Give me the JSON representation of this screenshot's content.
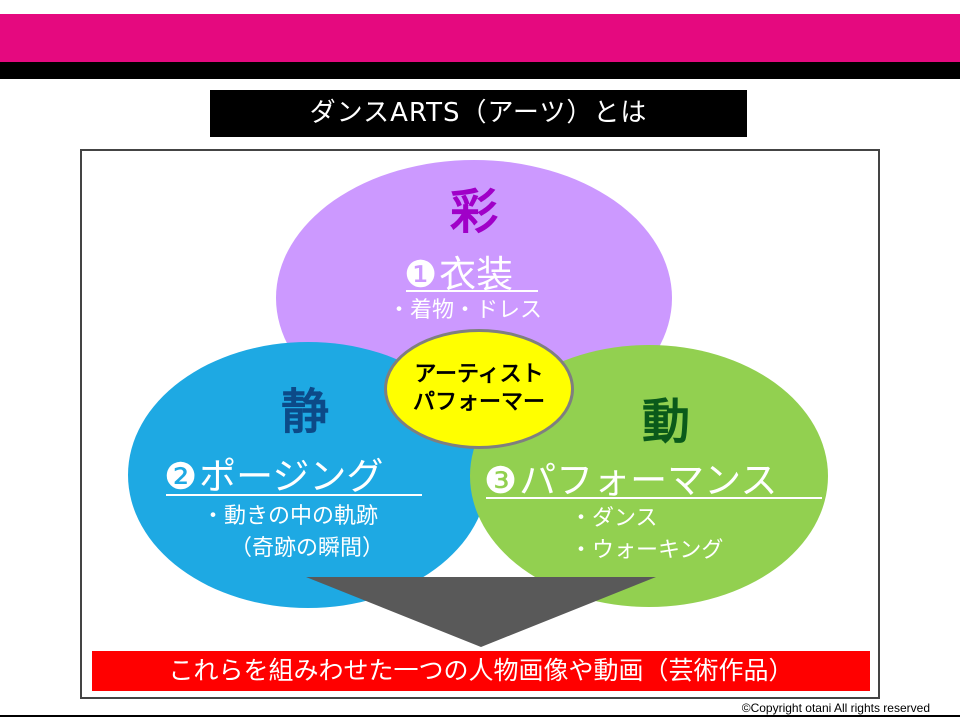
{
  "title": "ダンスARTS（アーツ）とは",
  "center": {
    "line1": "アーティスト",
    "line2": "パフォーマー"
  },
  "sections": {
    "top": {
      "kanji": "彩",
      "number": "❶",
      "heading": "衣装",
      "bullets": [
        "・着物・ドレス"
      ],
      "kanji_color": "#a000c8",
      "text_color": "#ffffff"
    },
    "left": {
      "kanji": "静",
      "number": "❷",
      "heading": "ポージング",
      "bullets": [
        "・動きの中の軌跡",
        "（奇跡の瞬間）"
      ],
      "kanji_color": "#0c4a88",
      "text_color": "#ffffff"
    },
    "right": {
      "kanji": "動",
      "number": "❸",
      "heading": "パフォーマンス",
      "bullets": [
        "・ダンス",
        "・ウォーキング"
      ],
      "kanji_color": "#0a5a1a",
      "text_color": "#ffffff"
    }
  },
  "banner": "これらを組みわせた一つの人物画像や動画（芸術作品）",
  "copyright": "©Copyright otani All rights reserved",
  "colors": {
    "header_bar": "#e5097f",
    "purple": "#cc99ff",
    "blue": "#1ea9e3",
    "green": "#92d050",
    "yellow": "#ffff00",
    "banner": "#ff0000",
    "arrow": "#595959"
  }
}
